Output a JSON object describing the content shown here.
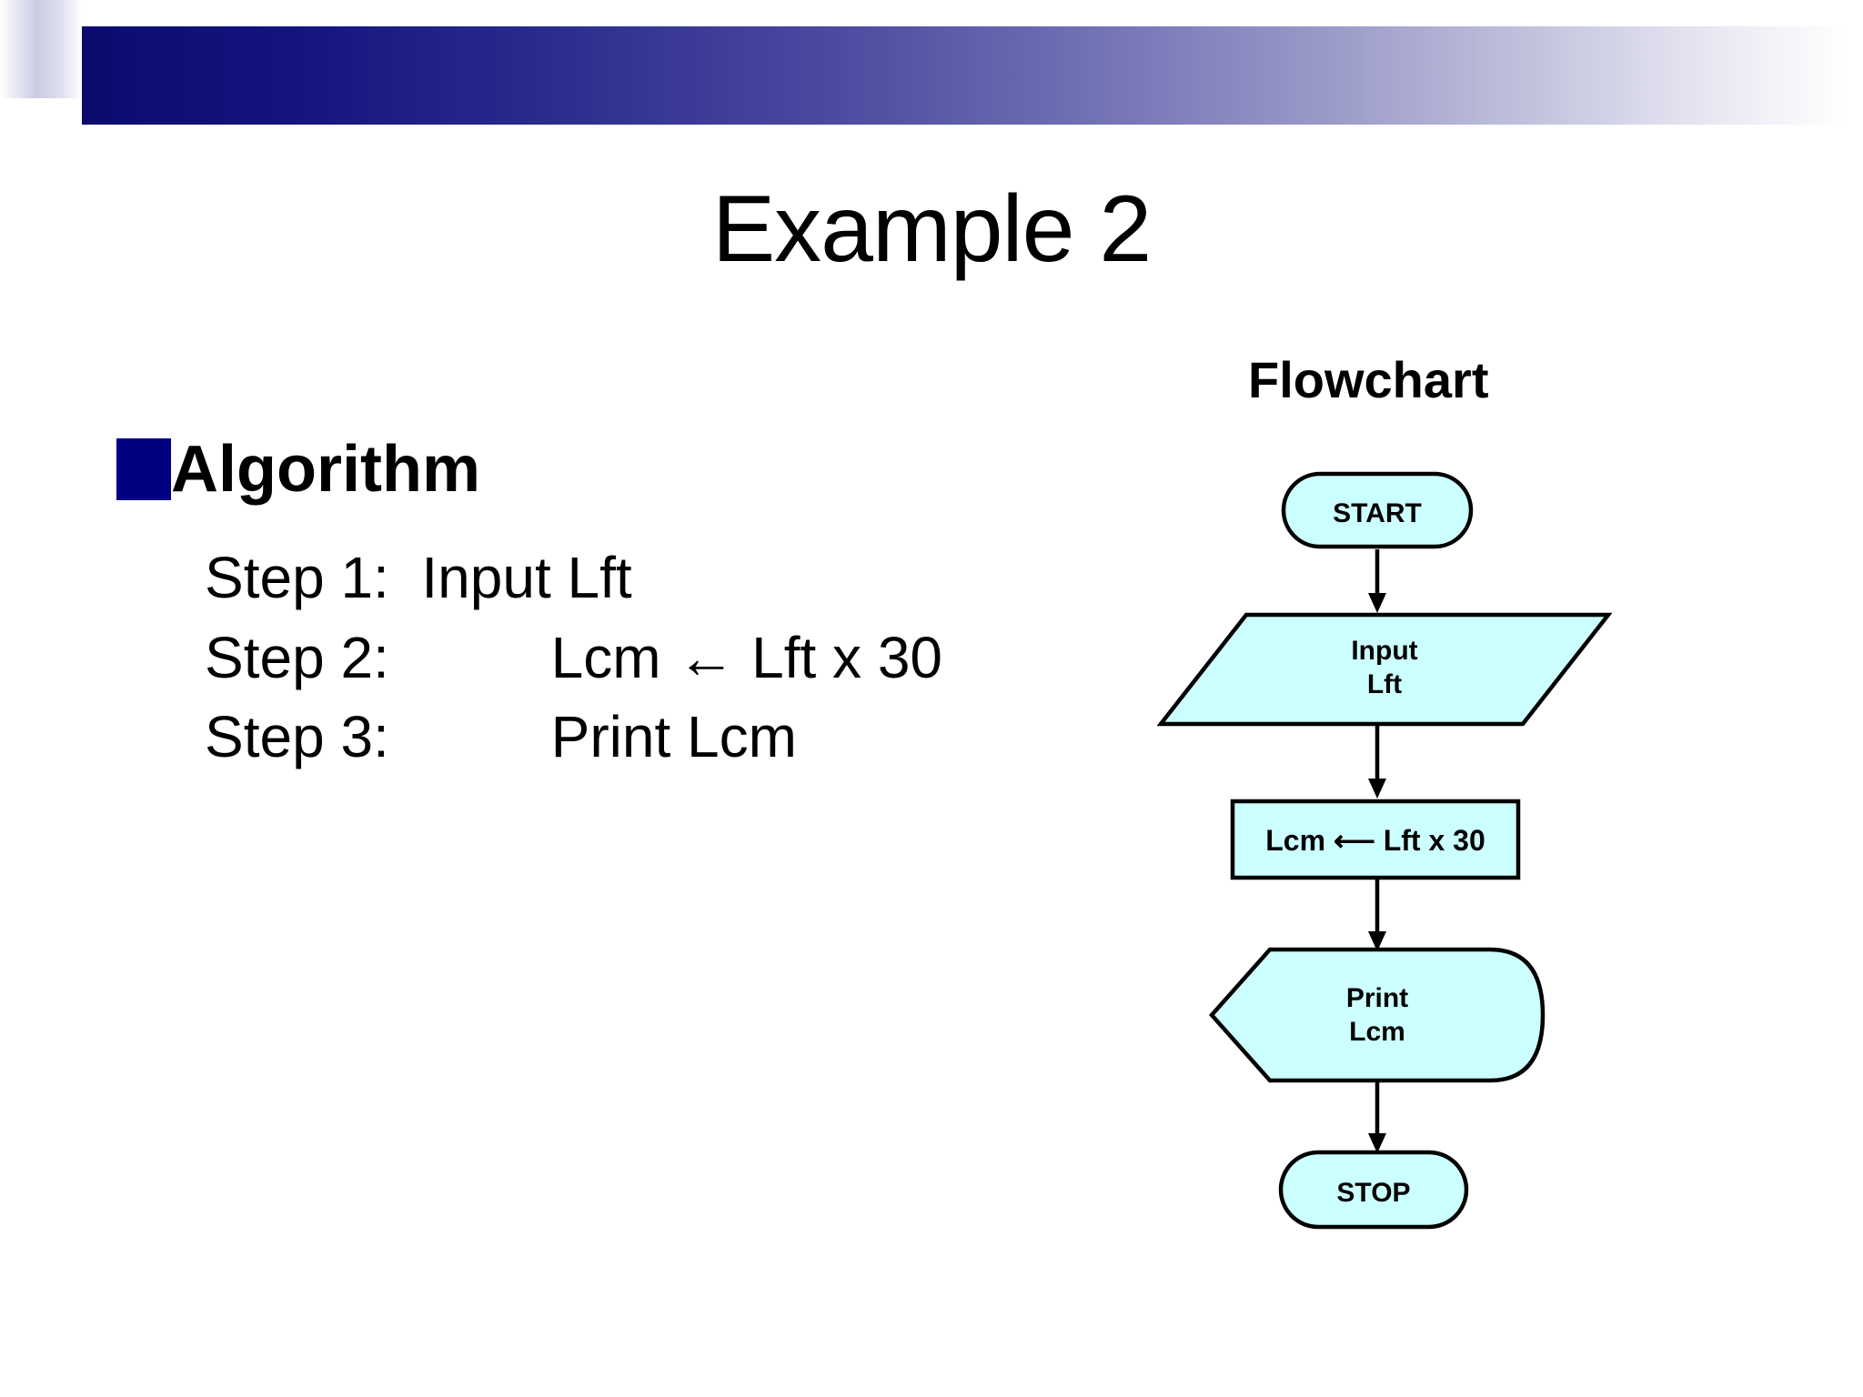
{
  "slide": {
    "title": "Example 2",
    "theme": {
      "bar_dark": "#0b0b6e",
      "bar_light": "#ffffff",
      "bullet_color": "#000080",
      "shape_fill": "#ccffff",
      "shape_stroke": "#000000",
      "text_color": "#000000"
    }
  },
  "algorithm": {
    "heading": "Algorithm",
    "steps": [
      {
        "label": "Step 1:",
        "gap": "  ",
        "body": "Input Lft"
      },
      {
        "label": "Step 2:",
        "gap": "          ",
        "body": "Lcm ← Lft x 30"
      },
      {
        "label": "Step 3:",
        "gap": "          ",
        "body": "Print Lcm"
      }
    ],
    "step_lines": [
      "Step 1:  Input Lft",
      "Step 2:          Lcm ← Lft x 30",
      "Step 3:          Print Lcm"
    ]
  },
  "flowchart": {
    "caption": "Flowchart",
    "nodes": [
      {
        "id": "start",
        "type": "terminator",
        "text": "START"
      },
      {
        "id": "input",
        "type": "input-output",
        "text_line1": "Input",
        "text_line2": "Lft"
      },
      {
        "id": "process",
        "type": "process",
        "text": "Lcm ⟵ Lft x 30"
      },
      {
        "id": "print",
        "type": "display",
        "text_line1": "Print",
        "text_line2": "Lcm"
      },
      {
        "id": "stop",
        "type": "terminator",
        "text": "STOP"
      }
    ],
    "connectors": [
      {
        "from": "start",
        "to": "input"
      },
      {
        "from": "input",
        "to": "process"
      },
      {
        "from": "process",
        "to": "print"
      },
      {
        "from": "print",
        "to": "stop"
      }
    ]
  }
}
